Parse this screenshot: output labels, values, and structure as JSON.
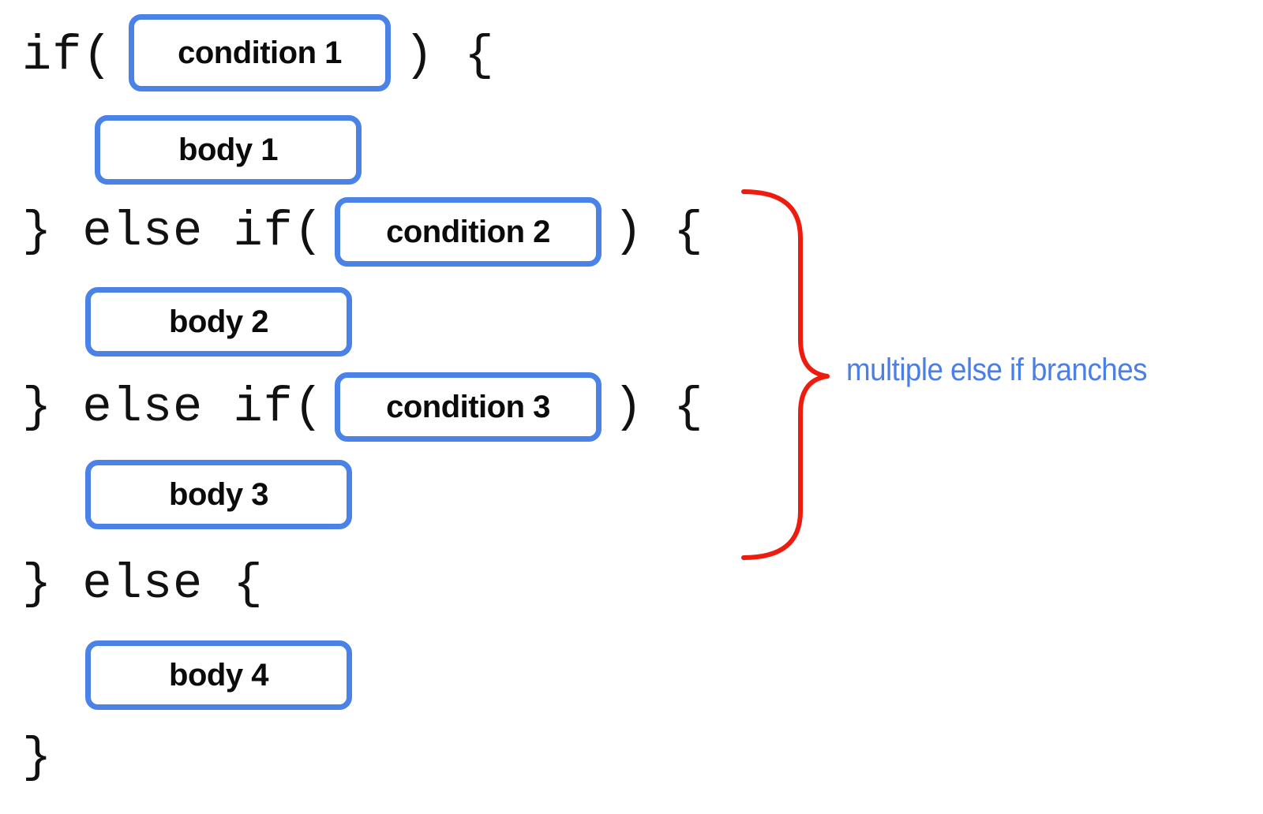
{
  "diagram": {
    "title": "if / else if / else control flow structure",
    "background_color": "#ffffff",
    "box_border_color": "#4a82e8",
    "annotation_color": "#4a7ee8",
    "brace_color": "#ee1c0f",
    "code_color": "#111111"
  },
  "code_tokens": {
    "line1_open": "if(",
    "line1_close": ") {",
    "line3_open": "} else if(",
    "line3_close": ") {",
    "line5_open": "} else if(",
    "line5_close": ") {",
    "line7_else": "} else {",
    "line9_end": "}"
  },
  "boxes": [
    {
      "id": "condition-1",
      "label": "condition 1"
    },
    {
      "id": "body-1",
      "label": "body 1"
    },
    {
      "id": "condition-2",
      "label": "condition 2"
    },
    {
      "id": "body-2",
      "label": "body 2"
    },
    {
      "id": "condition-3",
      "label": "condition 3"
    },
    {
      "id": "body-3",
      "label": "body 3"
    },
    {
      "id": "body-4",
      "label": "body 4"
    }
  ],
  "annotation": {
    "text": "multiple else if branches",
    "marker": "curly-brace-right"
  }
}
